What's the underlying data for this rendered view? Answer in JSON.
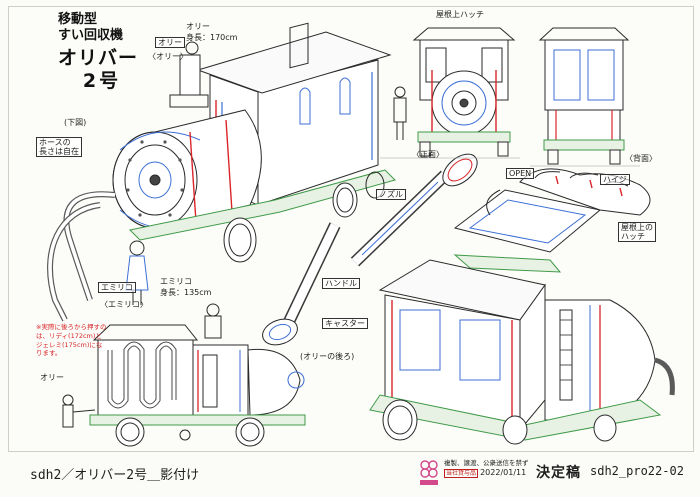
{
  "sheet": {
    "title_line1": "移動型",
    "title_line2": "すい回収機",
    "title_line3": "オリバー",
    "title_line4": "2号",
    "cut_no": "(下図)"
  },
  "labels": {
    "olly_tag": "オリー",
    "olly_name": "オリー",
    "olly_height": "身長：170cm",
    "olly_caption": "〈オリー〉",
    "roof_hatch": "屋根上ハッチ",
    "front_view": "〈正面〉",
    "back_view": "〈背面〉",
    "hose_note_1": "ホースの",
    "hose_note_2": "長さは自在",
    "emily_tag": "エミリコ",
    "emily_name": "エミリコ",
    "emily_height": "身長：135cm",
    "emily_caption": "〈エミリコ〉",
    "nozzle": "ノズル",
    "handle": "ハンドル",
    "caster": "キャスター",
    "open": "OPEN",
    "hinge": "ハイジ",
    "roof_hatch_2a": "屋根上の",
    "roof_hatch_2b": "ハッチ",
    "olly_bottom": "オリー",
    "pusher": "(オリーの後ろ)",
    "red_note": "※実際に後ろから押すのは、リディ(172cm)とジェレミ(175cm)になります。"
  },
  "footer": {
    "left_text": "sdh2／オリバー2号＿影付け",
    "notice": "複製、譲渡、公衆送信を禁ず",
    "company": "当社貸与品",
    "date": "2022/01/11",
    "final": "決定稿",
    "code": "sdh2_pro22-02"
  },
  "colors": {
    "line": "#2a2a2a",
    "blue": "#3d6fd6",
    "red": "#d8262a",
    "green": "#3f9a48",
    "paper": "#fbfbf7"
  }
}
